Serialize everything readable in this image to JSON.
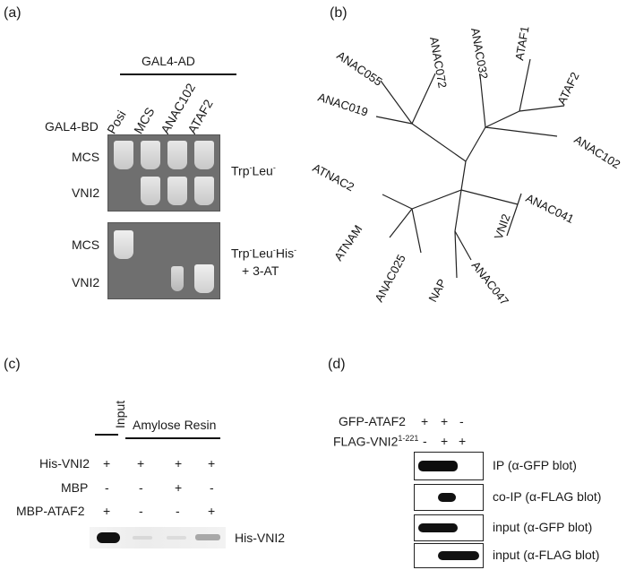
{
  "panels": {
    "a": {
      "letter": "(a)",
      "ad_header": "GAL4-AD",
      "bd_header": "GAL4-BD",
      "columns": [
        "Posi",
        "MCS",
        "ANAC102",
        "ATAF2"
      ],
      "rows_top": [
        "MCS",
        "VNI2"
      ],
      "rows_bottom": [
        "MCS",
        "VNI2"
      ],
      "medium_top": "Trp-Leu-",
      "medium_bottom_line1": "Trp-Leu-His-",
      "medium_bottom_line2": "+ 3-AT",
      "growth_top": [
        [
          1,
          1,
          1,
          1
        ],
        [
          0,
          1,
          1,
          1
        ]
      ],
      "growth_bottom": [
        [
          1,
          0,
          0,
          0
        ],
        [
          0,
          0,
          0.6,
          1
        ]
      ]
    },
    "b": {
      "letter": "(b)",
      "leaves": [
        "ANAC055",
        "ANAC072",
        "ANAC032",
        "ATAF1",
        "ATAF2",
        "ANAC019",
        "ANAC102",
        "ATNAC2",
        "ANAC041",
        "ATNAM",
        "VNI2",
        "ANAC025",
        "NAP",
        "ANAC047"
      ]
    },
    "c": {
      "letter": "(c)",
      "input_label": "Input",
      "resin_label": "Amylose Resin",
      "rows": [
        {
          "label": "His-VNI2",
          "marks": [
            "+",
            "+",
            "+",
            "+"
          ]
        },
        {
          "label": "MBP",
          "marks": [
            "-",
            "-",
            "+",
            "-"
          ]
        },
        {
          "label": "MBP-ATAF2",
          "marks": [
            "+",
            "-",
            "-",
            "+"
          ]
        }
      ],
      "band_label": "His-VNI2"
    },
    "d": {
      "letter": "(d)",
      "rows": [
        {
          "label": "GFP-ATAF2",
          "marks": [
            "+",
            "+",
            "-"
          ]
        },
        {
          "label": "FLAG-VNI2",
          "sup": "1-221",
          "marks": [
            "-",
            "+",
            "+"
          ]
        }
      ],
      "blots": [
        "IP (α-GFP blot)",
        "co-IP (α-FLAG blot)",
        "input (α-GFP blot)",
        "input (α-FLAG blot)"
      ]
    }
  }
}
